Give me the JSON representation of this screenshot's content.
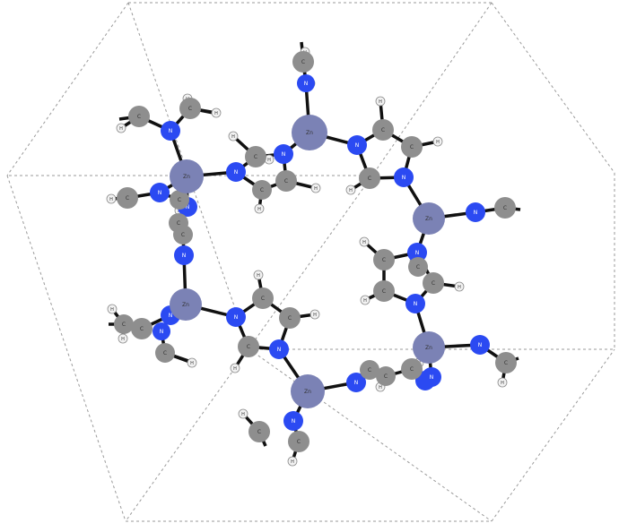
{
  "scene": {
    "element_labels": {
      "zn": "Zn",
      "n": "N",
      "c": "C",
      "h": "H"
    },
    "colors": {
      "zn": "#7b82b5",
      "n": "#2b4af2",
      "c": "#8e8e8e",
      "h": "#f2f2f2",
      "bond": "#111111",
      "cell": "#9a9a9a",
      "background": "#ffffff"
    },
    "show_unit_cell": true
  }
}
